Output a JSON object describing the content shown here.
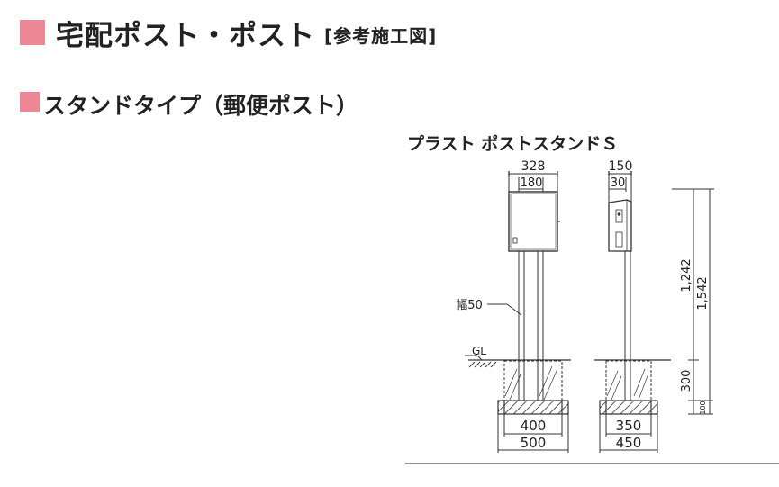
{
  "header": {
    "title": "宅配ポスト・ポスト",
    "subtitle": "[参考施工図]"
  },
  "section": {
    "title": "スタンドタイプ（郵便ポスト）"
  },
  "diagram": {
    "title": "プラスト ポストスタンドＳ",
    "front": {
      "overall_width": "328",
      "post_spacing": "180",
      "post_label": "幅50",
      "base_inner_width": "400",
      "base_outer_width": "500"
    },
    "side": {
      "overall_depth": "150",
      "post_offset": "30",
      "base_inner_width": "350",
      "base_outer_width": "450"
    },
    "heights": {
      "box_top": "1,242",
      "overall": "1,542",
      "foundation": "300",
      "base": "100"
    },
    "ground_label": "GL",
    "colors": {
      "accent": "#ec8795",
      "line": "#333333"
    }
  }
}
